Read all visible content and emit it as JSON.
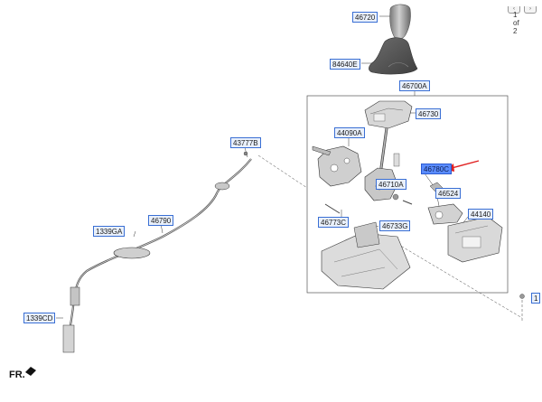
{
  "pager": {
    "page_text": "1 of 2",
    "prev_icon": "chevron-left-icon",
    "next_icon": "chevron-right-icon"
  },
  "orientation": {
    "text": "FR."
  },
  "highlight_color": "#5a8cff",
  "arrow_color": "#e02020",
  "parts": {
    "p46720": "46720",
    "p84640E": "84640E",
    "p46700A": "46700A",
    "p46730": "46730",
    "p44090A": "44090A",
    "p43777B": "43777B",
    "p46780C": "46780C",
    "p46710A": "46710A",
    "p46524": "46524",
    "p44140": "44140",
    "p46790": "46790",
    "p1339GA": "1339GA",
    "p46773C": "46773C",
    "p46733G": "46733G",
    "p1339CD": "1339CD",
    "p1": "1"
  }
}
